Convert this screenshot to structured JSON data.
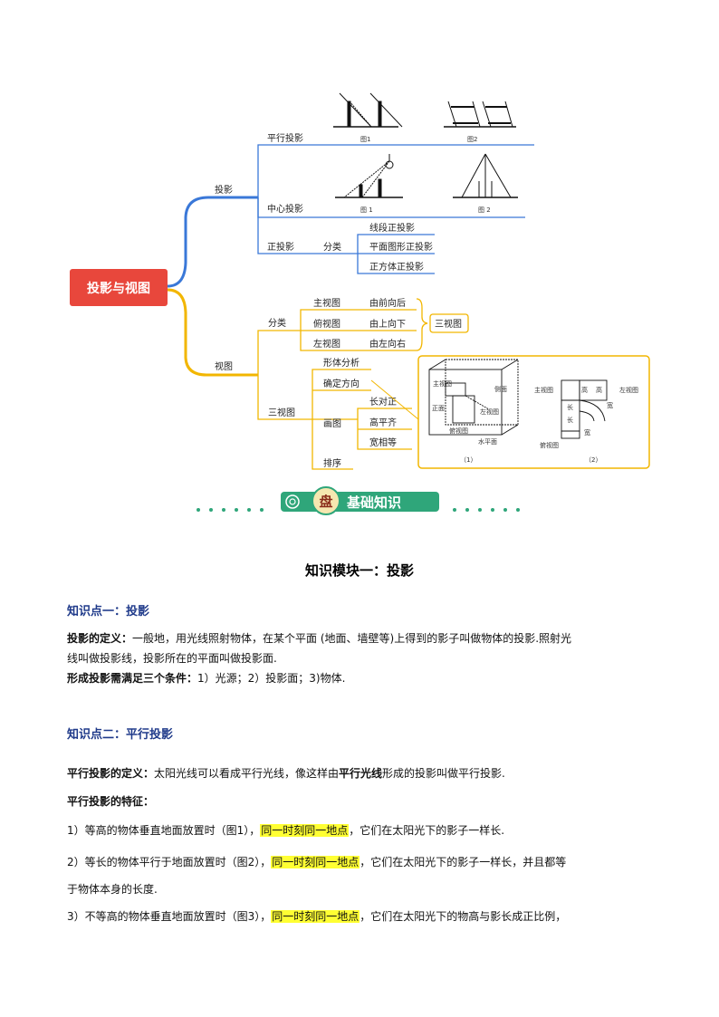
{
  "mindmap": {
    "root": "投影与视图",
    "projection": {
      "label": "投影",
      "parallel": "平行投影",
      "central": "中心投影",
      "orthographic": "正投影",
      "classify": "分类",
      "ortho_types": [
        "线段正投影",
        "平面图形正投影",
        "正方体正投影"
      ],
      "fig1": "图1",
      "fig2": "图2",
      "fig1b": "图 1",
      "fig2b": "图 2"
    },
    "view": {
      "label": "视图",
      "classify": "分类",
      "views": [
        "主视图",
        "俯视图",
        "左视图"
      ],
      "directions": [
        "由前向后",
        "由上向下",
        "由左向右"
      ],
      "three_view": "三视图",
      "three_view_branch": "三视图",
      "steps": [
        "形体分析",
        "确定方向",
        "画图",
        "排序"
      ],
      "draw_rules": [
        "长对正",
        "高平齐",
        "宽相等"
      ]
    },
    "diagram": {
      "left": {
        "front_face": "正面",
        "main": "主视图",
        "side_face": "侧面",
        "left": "左视图",
        "top": "俯视图",
        "ground": "水平面",
        "caption": "（1）"
      },
      "right": {
        "main": "主视图",
        "high1": "高",
        "high2": "高",
        "left": "左视图",
        "long": "长",
        "wide": "宽",
        "long2": "长",
        "wide2": "宽",
        "top": "俯视图",
        "caption": "（2）"
      }
    }
  },
  "banner": {
    "icon_char": "盘",
    "text": "基础知识"
  },
  "module_title": "知识模块一：投影",
  "kp1": {
    "title": "知识点一：投影",
    "def_label": "投影的定义：",
    "def_text": "一般地，用光线照射物体，在某个平面 (地面、墙壁等)上得到的影子叫做物体的投影.照射光",
    "def_text2": "线叫做投影线，投影所在的平面叫做投影面.",
    "cond_label": "形成投影需满足三个条件：",
    "cond_text": "1）光源；2）投影面；3)物体."
  },
  "kp2": {
    "title": "知识点二：平行投影",
    "def_label": "平行投影的定义：",
    "def_text_a": "太阳光线可以看成平行光线，像这样由",
    "def_bold": "平行光线",
    "def_text_b": "形成的投影叫做平行投影.",
    "feat_label": "平行投影的特征：",
    "f1_a": "1）等高的物体垂直地面放置时（图1），",
    "f1_hl": "同一时刻同一地点",
    "f1_b": "，它们在太阳光下的影子一样长.",
    "f2_a": "2）等长的物体平行于地面放置时（图2），",
    "f2_hl": "同一时刻同一地点",
    "f2_b": "，它们在太阳光下的影子一样长，并且都等",
    "f2_c": "于物体本身的长度.",
    "f3_a": "3）不等高的物体垂直地面放置时（图3），",
    "f3_hl": "同一时刻同一地点",
    "f3_b": "，它们在太阳光下的物高与影长成正比例，"
  }
}
